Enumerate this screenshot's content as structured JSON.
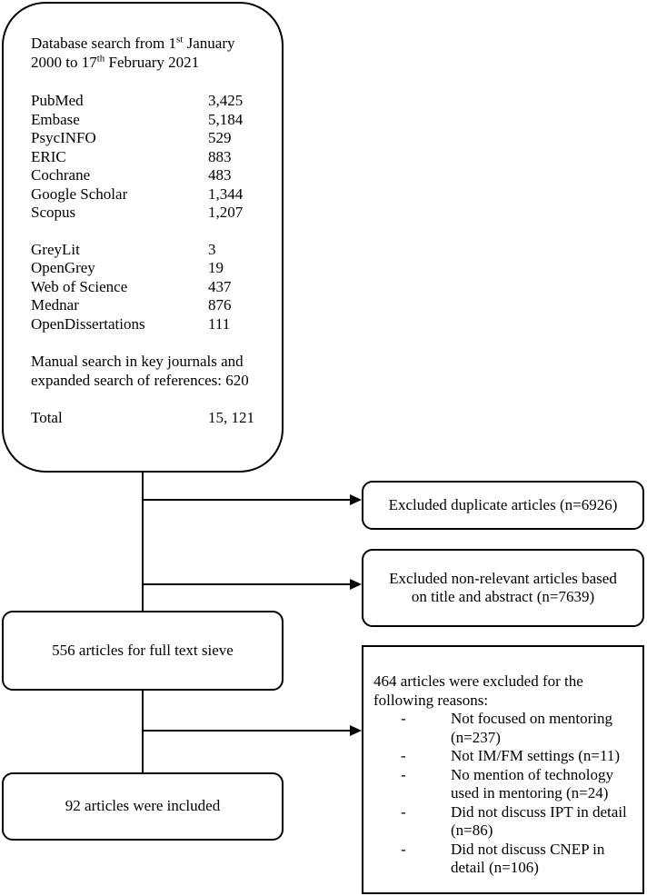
{
  "search": {
    "heading_line1_pre": "Database search from 1",
    "heading_line1_sup": "st",
    "heading_line1_post": " January",
    "heading_line2_pre": "2000 to 17",
    "heading_line2_sup": "th",
    "heading_line2_post": " February 2021",
    "databases_group1": [
      {
        "name": "PubMed",
        "count": "3,425"
      },
      {
        "name": "Embase",
        "count": "5,184"
      },
      {
        "name": "PsycINFO",
        "count": "529"
      },
      {
        "name": "ERIC",
        "count": "883"
      },
      {
        "name": "Cochrane",
        "count": "483"
      },
      {
        "name": "Google Scholar",
        "count": "1,344"
      },
      {
        "name": "Scopus",
        "count": "1,207"
      }
    ],
    "databases_group2": [
      {
        "name": "GreyLit",
        "count": "3"
      },
      {
        "name": "OpenGrey",
        "count": "19"
      },
      {
        "name": "Web of Science",
        "count": "437"
      },
      {
        "name": "Mednar",
        "count": "876"
      },
      {
        "name": "OpenDissertations",
        "count": "111"
      }
    ],
    "manual_line1": "Manual search in key journals and",
    "manual_line2": "expanded search of references: 620",
    "total_label": "Total",
    "total_value": "15, 121"
  },
  "excluded_duplicates": "Excluded duplicate articles (n=6926)",
  "excluded_nonrelevant_line1": "Excluded non-relevant articles based",
  "excluded_nonrelevant_line2": "on title and abstract (n=7639)",
  "full_text_sieve": "556 articles for full text sieve",
  "reasons": {
    "intro_line1": "464 articles were excluded for the",
    "intro_line2": "following reasons:",
    "items": [
      {
        "dash": "-",
        "line1": "Not focused on mentoring",
        "line2": "(n=237)"
      },
      {
        "dash": "-",
        "line1": "Not IM/FM settings (n=11)",
        "line2": ""
      },
      {
        "dash": "-",
        "line1": "No mention of technology",
        "line2": "used in mentoring (n=24)"
      },
      {
        "dash": "-",
        "line1": "Did not discuss IPT in detail",
        "line2": "(n=86)"
      },
      {
        "dash": "-",
        "line1": "Did not discuss CNEP in",
        "line2": "detail (n=106)"
      }
    ]
  },
  "included": "92 articles were included"
}
